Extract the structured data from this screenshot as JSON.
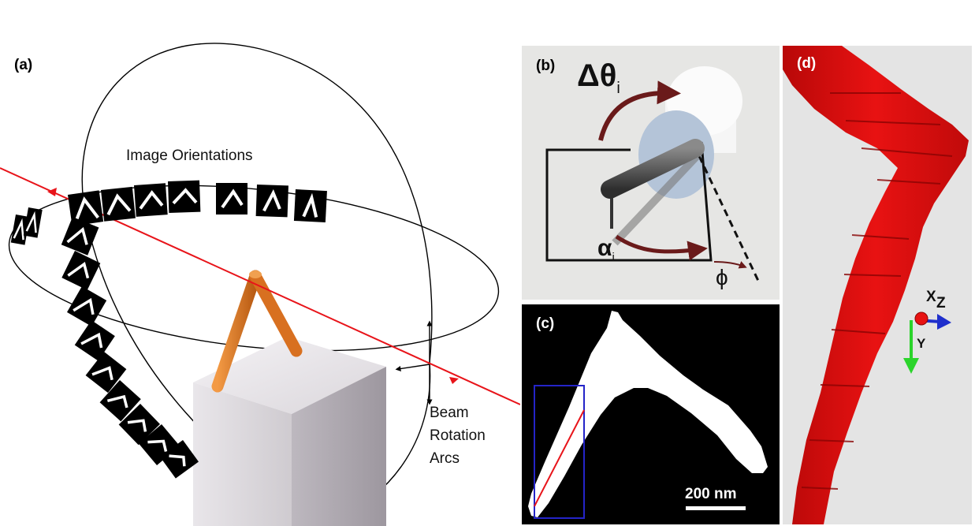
{
  "panels": {
    "a": {
      "label": "(a)",
      "image_orientations": "Image Orientations",
      "beam_rotation_arcs": [
        "Beam",
        "Rotation",
        "Arcs"
      ]
    },
    "b": {
      "label": "(b)",
      "delta_theta": "Δθ",
      "delta_theta_sub": "i",
      "alpha": "α",
      "alpha_sub": "i",
      "phi": "ϕ"
    },
    "c": {
      "label": "(c)",
      "scale_bar": "200 nm"
    },
    "d": {
      "label": "(d)",
      "axis_x": "X",
      "axis_z": "Z",
      "axis_y": "Y"
    }
  },
  "colors": {
    "beam_red": "#e8141a",
    "nanowire_orange": "#e07b22",
    "reconstruction_red": "#e00e0e",
    "roi_blue": "#2424c8",
    "axis_green": "#2bd42b",
    "axis_blue": "#1f2fcc",
    "arc_maroon": "#6a1a1a"
  }
}
